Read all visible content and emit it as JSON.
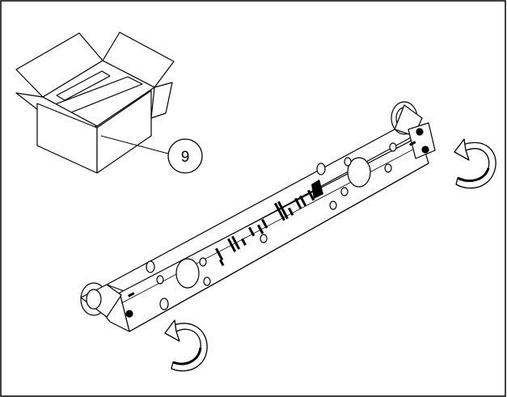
{
  "diagram": {
    "callout": {
      "number": "9"
    },
    "parts": [
      {
        "name": "packaging-box"
      },
      {
        "name": "mounting-rail"
      },
      {
        "name": "rotate-arrow-right"
      },
      {
        "name": "rotate-arrow-left"
      }
    ],
    "colors": {
      "line": "#000000",
      "background": "#ffffff"
    }
  }
}
